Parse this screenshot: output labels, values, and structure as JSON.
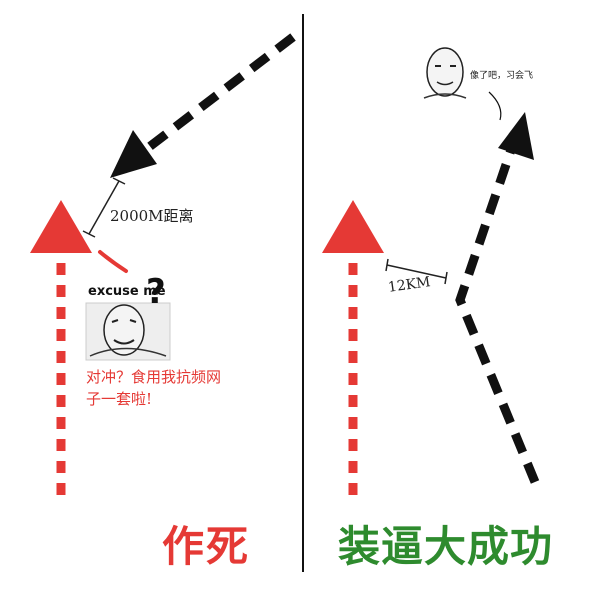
{
  "labels": {
    "distance_left": "2000M距离",
    "distance_right": "12KM",
    "excuse": "excuse me",
    "question_mark": "?",
    "caption_line1": "对冲？食用我抗频网",
    "caption_line2": "子一套啦!",
    "meme_right_text": "像了吧，习会飞",
    "title_left": "作死",
    "title_right": "装逼大成功"
  },
  "colors": {
    "red": "#e53935",
    "green": "#2e8b2e",
    "black": "#111111"
  },
  "icons": {
    "meme_left": "rage-face-meme-icon",
    "meme_right": "smirking-face-meme-icon"
  }
}
